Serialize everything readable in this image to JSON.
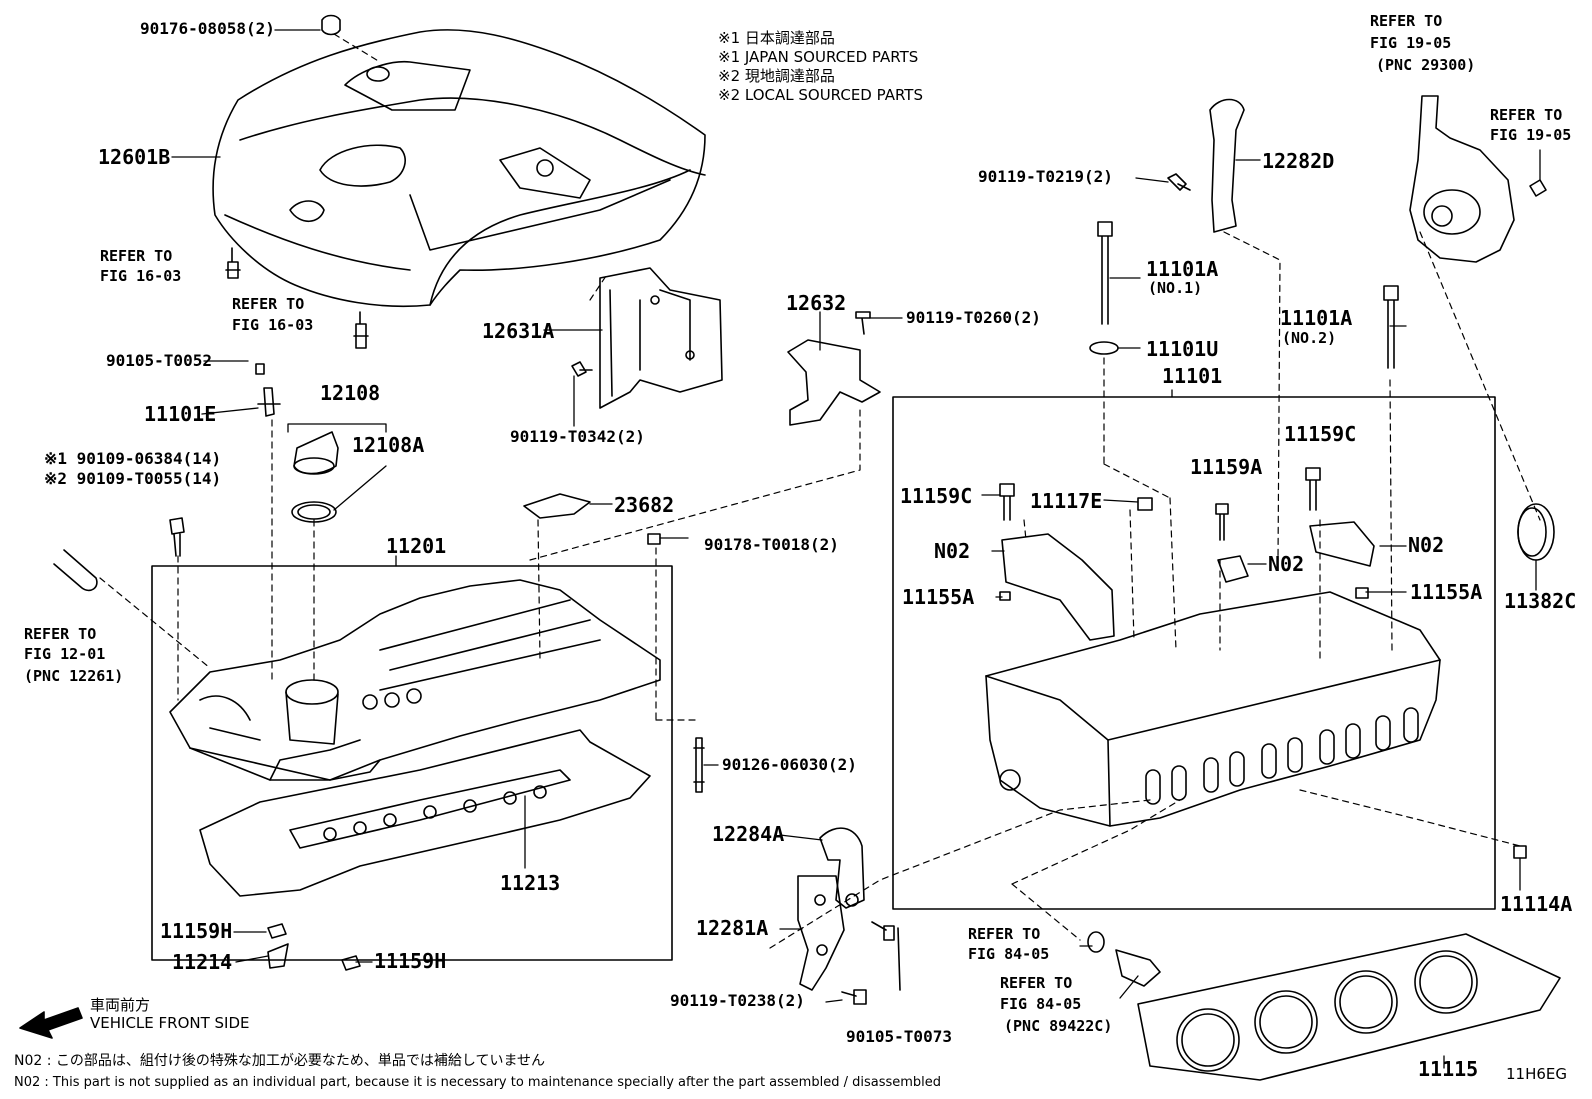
{
  "notes": {
    "line1": "※1  日本調達部品",
    "line2": "※1  JAPAN SOURCED PARTS",
    "line3": "※2  現地調達部品",
    "line4": "※2  LOCAL SOURCED PARTS"
  },
  "labels": {
    "p90176": "90176-08058(2)",
    "p12601B": "12601B",
    "refer1603a_1": "REFER TO",
    "refer1603a_2": "FIG 16-03",
    "refer1603b_1": "REFER TO",
    "refer1603b_2": "FIG 16-03",
    "p90105_T0052": "90105-T0052",
    "p11101E": "11101E",
    "p12108": "12108",
    "p12108A": "12108A",
    "p90109_06384": "※1 90109-06384(14)",
    "p90109_T0055": "※2 90109-T0055(14)",
    "p12631A": "12631A",
    "p90119_T0342": "90119-T0342(2)",
    "p12632": "12632",
    "p90119_T0260": "90119-T0260(2)",
    "p23682": "23682",
    "p90178_T0018": "90178-T0018(2)",
    "p11201": "11201",
    "refer1201_1": "REFER TO",
    "refer1201_2": "FIG 12-01",
    "refer1201_3": "(PNC 12261)",
    "p90126_06030": "90126-06030(2)",
    "p11213": "11213",
    "p11159H_a": "11159H",
    "p11214": "11214",
    "p11159H_b": "11159H",
    "p12284A": "12284A",
    "p12281A": "12281A",
    "p90119_T0238": "90119-T0238(2)",
    "p90105_T0073": "90105-T0073",
    "refer1905a_1": "REFER TO",
    "refer1905a_2": "FIG 19-05",
    "refer1905a_3": "(PNC 29300)",
    "refer1905b_1": "REFER TO",
    "refer1905b_2": "FIG 19-05",
    "p90119_T0219": "90119-T0219(2)",
    "p12282D": "12282D",
    "p11101A_1": "11101A",
    "p11101A_1sub": "(NO.1)",
    "p11101A_2": "11101A",
    "p11101A_2sub": "(NO.2)",
    "p11101U": "11101U",
    "p11101": "11101",
    "p11159C_a": "11159C",
    "p11159C_b": "11159C",
    "p11159A": "11159A",
    "p11117E": "11117E",
    "n02_a": "N02",
    "n02_b": "N02",
    "n02_c": "N02",
    "p11155A_a": "11155A",
    "p11155A_b": "11155A",
    "p11382C": "11382C",
    "p11114A": "11114A",
    "refer8405a_1": "REFER TO",
    "refer8405a_2": "FIG 84-05",
    "refer8405b_1": "REFER TO",
    "refer8405b_2": "FIG 84-05",
    "refer8405b_3": "(PNC 89422C)",
    "p11115": "11115",
    "code": "11H6EG"
  },
  "front": {
    "jp": "車両前方",
    "en": "VEHICLE FRONT SIDE"
  },
  "footnote": {
    "jp": "N02 : この部品は、組付け後の特殊な加工が必要なため、単品では補給していません",
    "en": "N02 : This part is not supplied as an individual part, because it is necessary to maintenance specially after the part assembled / disassembled"
  }
}
